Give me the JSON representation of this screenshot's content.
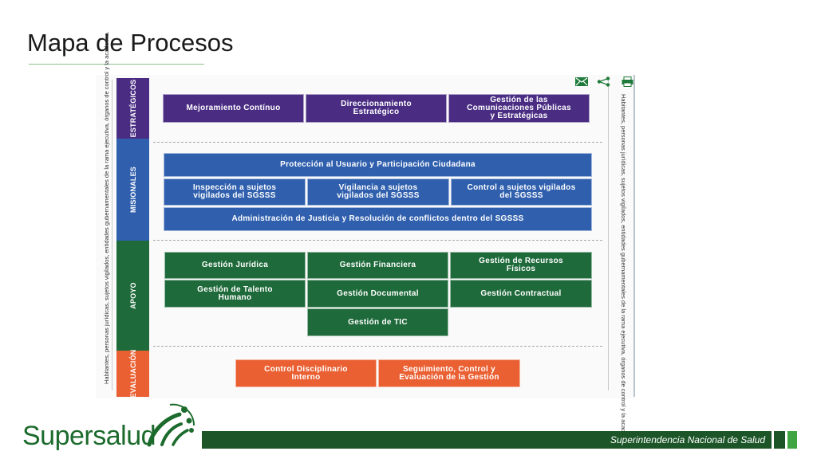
{
  "title": "Mapa de Procesos",
  "side_text": "Habitantes, personas jurídicas, sujetos vigilados, entidades gubernamentales de la rama ejecutiva, órganos de control y la academia.",
  "categories": {
    "estrategicos": "ESTRATÉGICOS",
    "misionales": "MISIONALES",
    "apoyo": "APOYO",
    "evaluacion": "EVALUACIÓN"
  },
  "estrategicos": {
    "mejoramiento": "Mejoramiento Contínuo",
    "direccionamiento": "Direccionamiento\nEstratégico",
    "comunicaciones": "Gestión de las\nComunicaciones Públicas\ny Estratégicas"
  },
  "misionales": {
    "proteccion": "Protección al Usuario y Participación Ciudadana",
    "inspeccion": "Inspección a sujetos\nvigilados del SGSSS",
    "vigilancia": "Vigilancia a sujetos\nvigilados del SGSSS",
    "control": "Control a sujetos vigilados\ndel SGSSS",
    "administracion": "Administración de Justicia y Resolución de conflictos dentro del SGSSS"
  },
  "apoyo": {
    "juridica": "Gestión Jurídica",
    "financiera": "Gestión Financiera",
    "recursos_fisicos": "Gestión de Recursos\nFísicos",
    "talento": "Gestión de Talento\nHumano",
    "documental": "Gestión Documental",
    "contractual": "Gestión Contractual",
    "tic": "Gestión de TIC"
  },
  "evaluacion": {
    "control_disciplinario": "Control Disciplinario\nInterno",
    "seguimiento": "Seguimiento, Control y\nEvaluación de la Gestión"
  },
  "icons": [
    "mail-icon",
    "share-icon",
    "print-icon"
  ],
  "logo": "Supersalud",
  "footer": "Superintendencia Nacional de Salud",
  "colors": {
    "estrategicos": "#4a2d83",
    "misionales": "#2f5fad",
    "apoyo": "#1e6a3a",
    "evaluacion": "#ea6032",
    "brand_green": "#1c6b2d"
  }
}
